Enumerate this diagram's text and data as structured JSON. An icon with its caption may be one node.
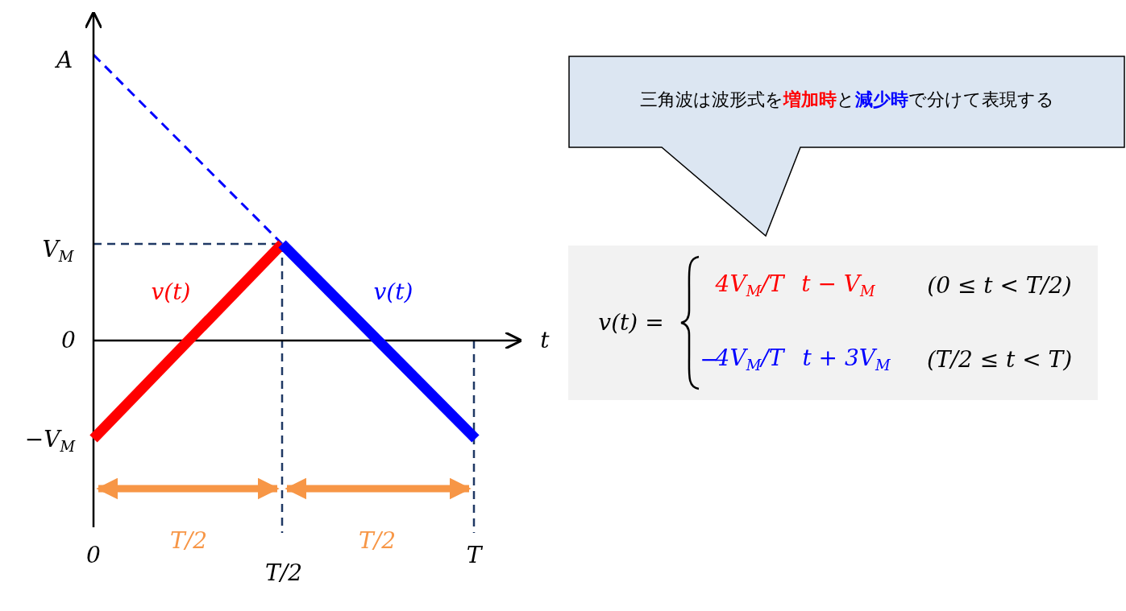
{
  "diagram": {
    "nodes": [
      {
        "text": [
          "三角波は波形式を**増加時**と**減少時**で分けて表現する"
        ]
      },
      {
        "text": [
          "v(t) =",
          "4V$_{M}$/T",
          "t − V$_{M}$",
          "(0 ≤ t < T/2)",
          "−",
          "4V$_{M}$/T",
          "t + 3V$_{M}$",
          "(T/2 ≤ t < T)"
        ]
      }
    ],
    "labels": [
      "A",
      "V$_{M}$",
      "0",
      "−V$_{M}$",
      "t",
      "v(t)",
      "v(t)",
      "T/2",
      "T/2",
      "0",
      "T/2",
      "T"
    ]
  }
}
